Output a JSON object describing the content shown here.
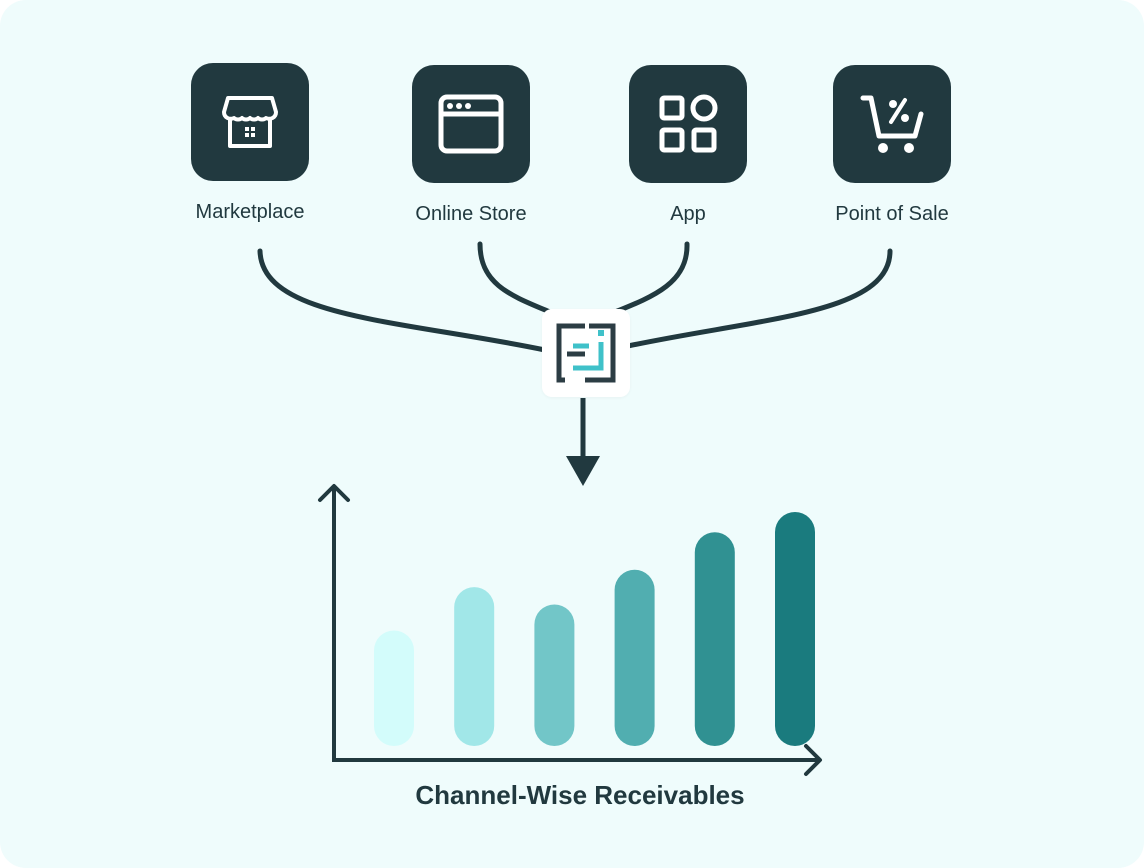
{
  "channels": [
    {
      "label": "Marketplace",
      "icon": "store-icon"
    },
    {
      "label": "Online Store",
      "icon": "browser-window-icon"
    },
    {
      "label": "App",
      "icon": "app-grid-icon"
    },
    {
      "label": "Point of Sale",
      "icon": "shopping-cart-discount-icon"
    }
  ],
  "hub": {
    "icon": "brand-logo-icon"
  },
  "colors": {
    "background": "#effcfc",
    "tile": "#21393f",
    "line": "#21393f",
    "logo_dark": "#2c3d44",
    "logo_accent": "#3fc1c9"
  },
  "chart_data": {
    "type": "bar",
    "title": "Channel-Wise Receivables",
    "series": [
      {
        "values": [
          4,
          5.5,
          4.9,
          6.1,
          7.4,
          8.1
        ]
      }
    ],
    "bar_colors": [
      "#d3fcfb",
      "#a1e7e8",
      "#72c6c8",
      "#51aeb0",
      "#309192",
      "#1a7b7e"
    ],
    "ylim": [
      0,
      9
    ],
    "xlabel": "",
    "ylabel": "",
    "grid": false
  }
}
